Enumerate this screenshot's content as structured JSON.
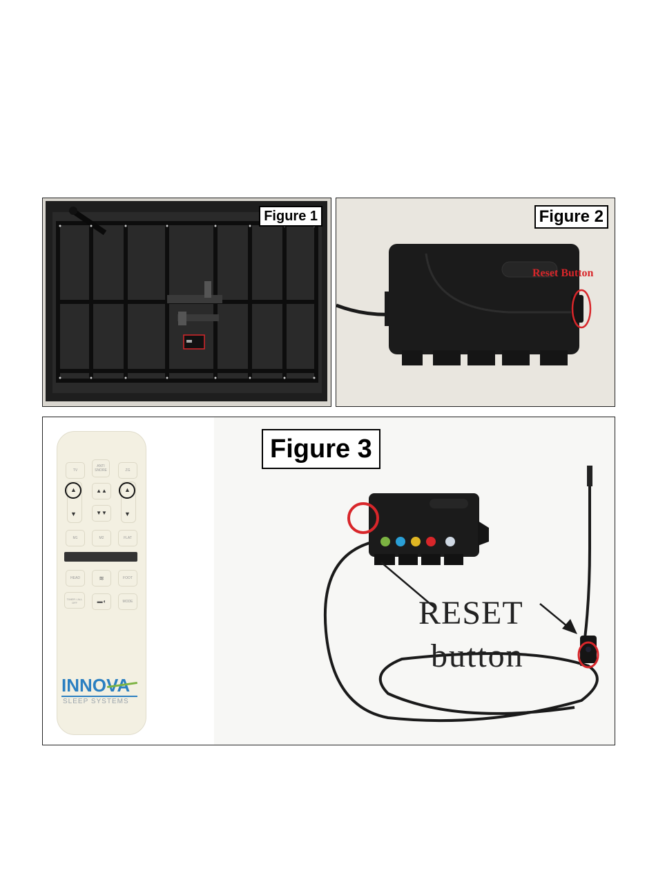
{
  "figure1": {
    "label": "Figure 1"
  },
  "figure2": {
    "label": "Figure 2",
    "callout": "Reset Button"
  },
  "figure3": {
    "label": "Figure 3",
    "callout_line1": "RESET",
    "callout_line2": "button",
    "remote": {
      "buttons": [
        "TV",
        "ANTI SNORE",
        "ZG",
        "M1",
        "M2",
        "FLAT",
        "HEAD",
        "FOOT",
        "TIMER / ALL OFF",
        "MODE"
      ],
      "brand": "INNOVA",
      "brand_sub": "SLEEP SYSTEMS"
    }
  },
  "colors": {
    "highlight_red": "#d8262a",
    "frame_black": "#1c1c1c",
    "brand_blue": "#2a7fc1",
    "brand_green": "#7cb342"
  }
}
